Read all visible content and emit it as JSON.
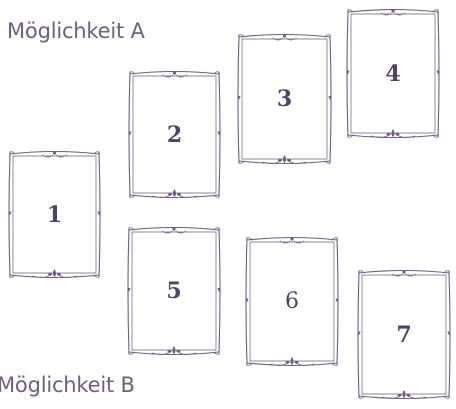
{
  "labels": {
    "option_a": "Möglichkeit A",
    "option_b": "Möglichkeit B"
  },
  "cards": [
    {
      "number": "1"
    },
    {
      "number": "2"
    },
    {
      "number": "3"
    },
    {
      "number": "4"
    },
    {
      "number": "5"
    },
    {
      "number": "6"
    },
    {
      "number": "7"
    }
  ],
  "colors": {
    "frame": "#6b5f82",
    "number": "#4d4368",
    "label": "#6b5f82"
  }
}
